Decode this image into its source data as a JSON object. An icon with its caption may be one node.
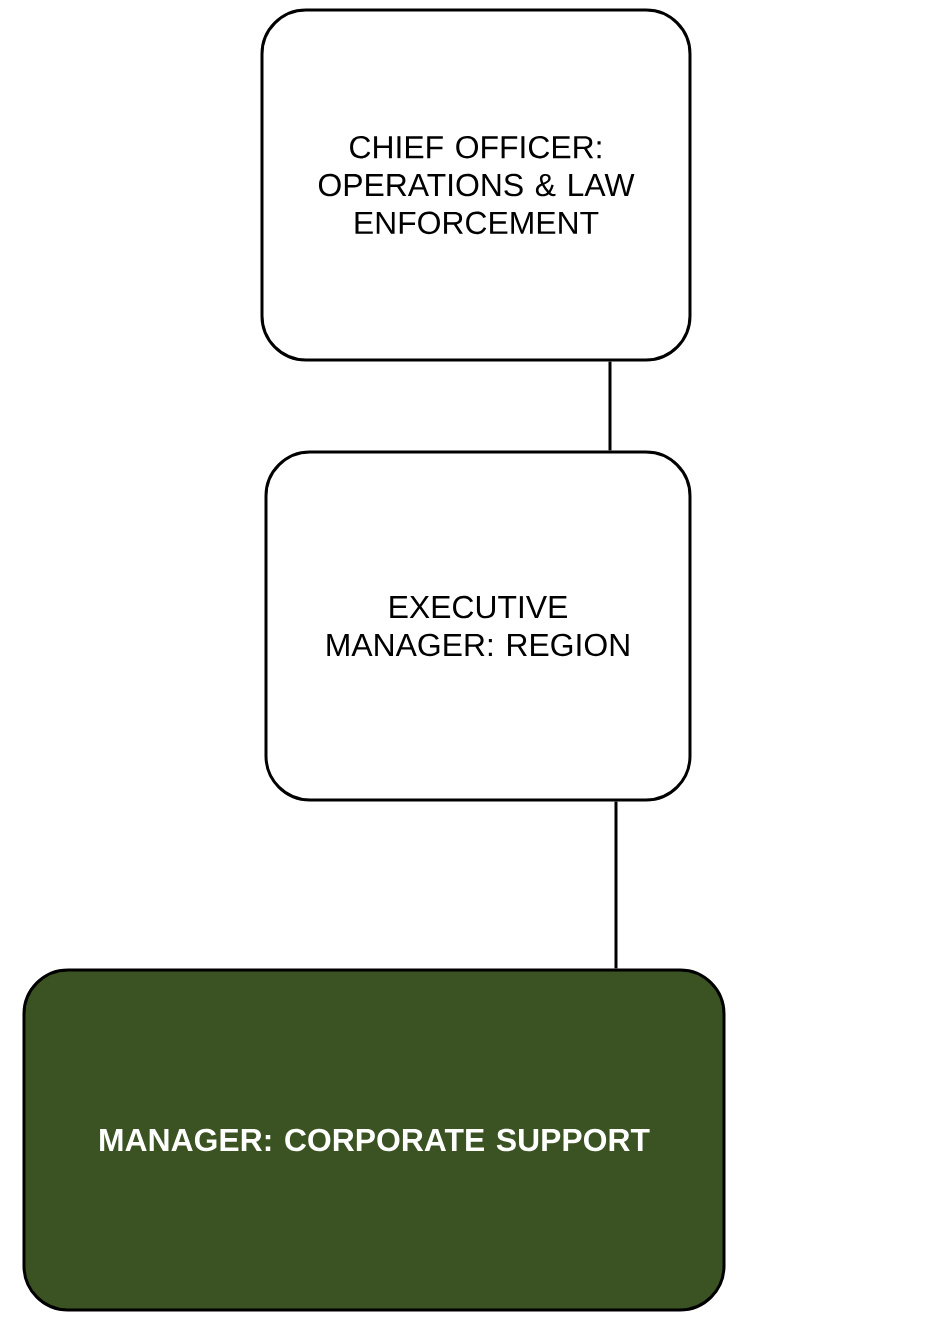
{
  "diagram": {
    "nodes": [
      {
        "text": [
          "CHIEF OFFICER: OPERATIONS & LAW ENFORCEMENT"
        ]
      },
      {
        "text": [
          "EXECUTIVE MANAGER: REGION"
        ]
      },
      {
        "text": [
          "MANAGER: CORPORATE SUPPORT"
        ]
      }
    ],
    "edges": [
      {
        "from": 0,
        "to": 1,
        "arrow": "none"
      },
      {
        "from": 1,
        "to": 2,
        "arrow": "none"
      }
    ]
  }
}
